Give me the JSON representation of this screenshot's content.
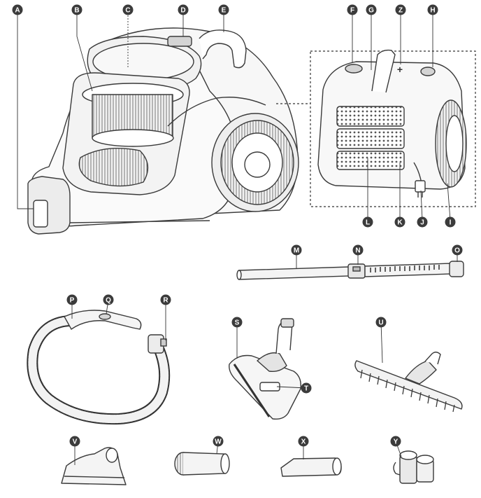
{
  "colors": {
    "line": "#3a3a3a",
    "badge": "#3b3b3b",
    "badge_text": "#ffffff",
    "light_fill": "#ededed",
    "mid_fill": "#d4d4d4"
  },
  "callouts": [
    {
      "key": "A",
      "label": "A"
    },
    {
      "key": "B",
      "label": "B"
    },
    {
      "key": "C",
      "label": "C"
    },
    {
      "key": "D",
      "label": "D"
    },
    {
      "key": "E",
      "label": "E"
    },
    {
      "key": "F",
      "label": "F"
    },
    {
      "key": "G",
      "label": "G"
    },
    {
      "key": "Z",
      "label": "Z"
    },
    {
      "key": "H",
      "label": "H"
    },
    {
      "key": "L",
      "label": "L"
    },
    {
      "key": "K",
      "label": "K"
    },
    {
      "key": "J",
      "label": "J"
    },
    {
      "key": "I",
      "label": "I"
    },
    {
      "key": "M",
      "label": "M"
    },
    {
      "key": "N",
      "label": "N"
    },
    {
      "key": "O",
      "label": "O"
    },
    {
      "key": "P",
      "label": "P"
    },
    {
      "key": "Q",
      "label": "Q"
    },
    {
      "key": "R",
      "label": "R"
    },
    {
      "key": "S",
      "label": "S"
    },
    {
      "key": "T",
      "label": "T"
    },
    {
      "key": "U",
      "label": "U"
    },
    {
      "key": "V",
      "label": "V"
    },
    {
      "key": "W",
      "label": "W"
    },
    {
      "key": "X",
      "label": "X"
    },
    {
      "key": "Y",
      "label": "Y"
    }
  ],
  "plus_sign": "+"
}
